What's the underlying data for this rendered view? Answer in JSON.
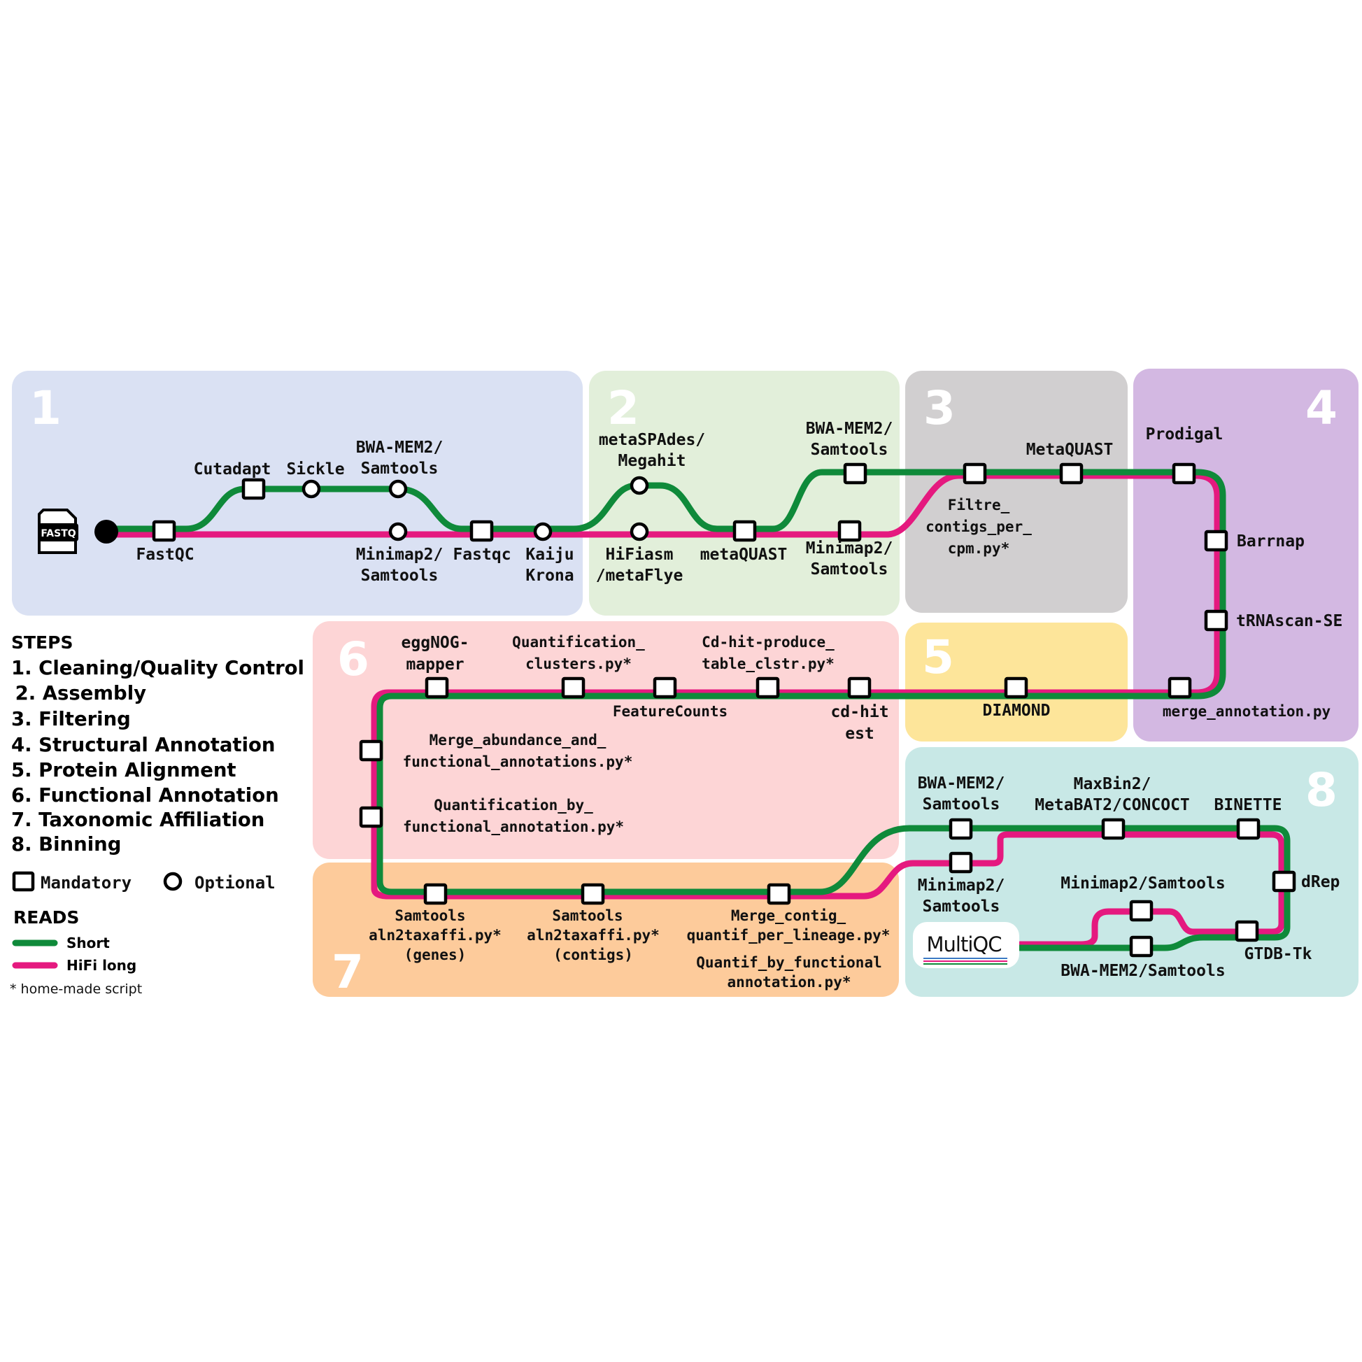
{
  "colors": {
    "short": "#0f8a3a",
    "hifi": "#e5197f",
    "p1": "#dae1f3",
    "p2": "#e2efda",
    "p3": "#d1cfd0",
    "p4": "#d3b8e2",
    "p5": "#fde59a",
    "p6": "#fdd5d6",
    "p7": "#fdcb9b",
    "p8": "#c8e8e6"
  },
  "panels": {
    "p1": "1",
    "p2": "2",
    "p3": "3",
    "p4": "4",
    "p5": "5",
    "p6": "6",
    "p7": "7",
    "p8": "8"
  },
  "input_icon": "FASTQ",
  "stations": {
    "fastqc1": "FastQC",
    "cutadapt": "Cutadapt",
    "sickle": "Sickle",
    "bwa1": [
      "BWA-MEM2/",
      "Samtools"
    ],
    "minimap1": [
      "Minimap2/",
      "Samtools"
    ],
    "fastqc2": "Fastqc",
    "kaiju": [
      "Kaiju",
      "Krona"
    ],
    "metaspades": [
      "metaSPAdes/",
      "Megahit"
    ],
    "hifiasm": [
      "HiFiasm",
      "/metaFlye"
    ],
    "metaquast1": "metaQUAST",
    "bwa2": [
      "BWA-MEM2/",
      "Samtools"
    ],
    "minimap2": [
      "Minimap2/",
      "Samtools"
    ],
    "filtre": [
      "Filtre_",
      "contigs_per_",
      "cpm.py*"
    ],
    "metaquast2": "MetaQUAST",
    "prodigal": "Prodigal",
    "barrnap": "Barrnap",
    "trnascan": "tRNAscan-SE",
    "merge_annot": "merge_annotation.py",
    "diamond": "DIAMOND",
    "cdhit": [
      "cd-hit",
      "est"
    ],
    "cdhit_table": [
      "Cd-hit-produce_",
      "table_clstr.py*"
    ],
    "featurecounts": "FeatureCounts",
    "quant_clusters": [
      "Quantification_",
      "clusters.py*"
    ],
    "eggnog": [
      "eggNOG-",
      "mapper"
    ],
    "merge_abund": [
      "Merge_abundance_and_",
      "functional_annotations.py*"
    ],
    "quant_func": [
      "Quantification_by_",
      "functional_annotation.py*"
    ],
    "samtools_genes": [
      "Samtools",
      "aln2taxaffi.py*",
      "(genes)"
    ],
    "samtools_contigs": [
      "Samtools",
      "aln2taxaffi.py*",
      "(contigs)"
    ],
    "merge_contig": [
      "Merge_contig_",
      "quantif_per_lineage.py*"
    ],
    "quantif_func7": [
      "Quantif_by_functional",
      "annotation.py*"
    ],
    "bwa8": [
      "BWA-MEM2/",
      "Samtools"
    ],
    "minimap8": [
      "Minimap2/",
      "Samtools"
    ],
    "maxbin": [
      "MaxBin2/",
      "MetaBAT2/CONCOCT"
    ],
    "binette": "BINETTE",
    "drep": "dRep",
    "gtdb": "GTDB-Tk",
    "minimap8b": "Minimap2/Samtools",
    "bwa8b": "BWA-MEM2/Samtools",
    "multiqc": "MultiQC"
  },
  "legend": {
    "steps_title": "STEPS",
    "steps": [
      "1. Cleaning/Quality Control",
      " 2. Assembly",
      "3. Filtering",
      "4. Structural Annotation",
      "5. Protein Alignment",
      "6. Functional Annotation",
      "7. Taxonomic Affiliation",
      "8. Binning"
    ],
    "mandatory": "Mandatory",
    "optional": "Optional",
    "reads_title": "READS",
    "short": "Short",
    "hifi": "HiFi long",
    "footnote": "* home-made script"
  }
}
